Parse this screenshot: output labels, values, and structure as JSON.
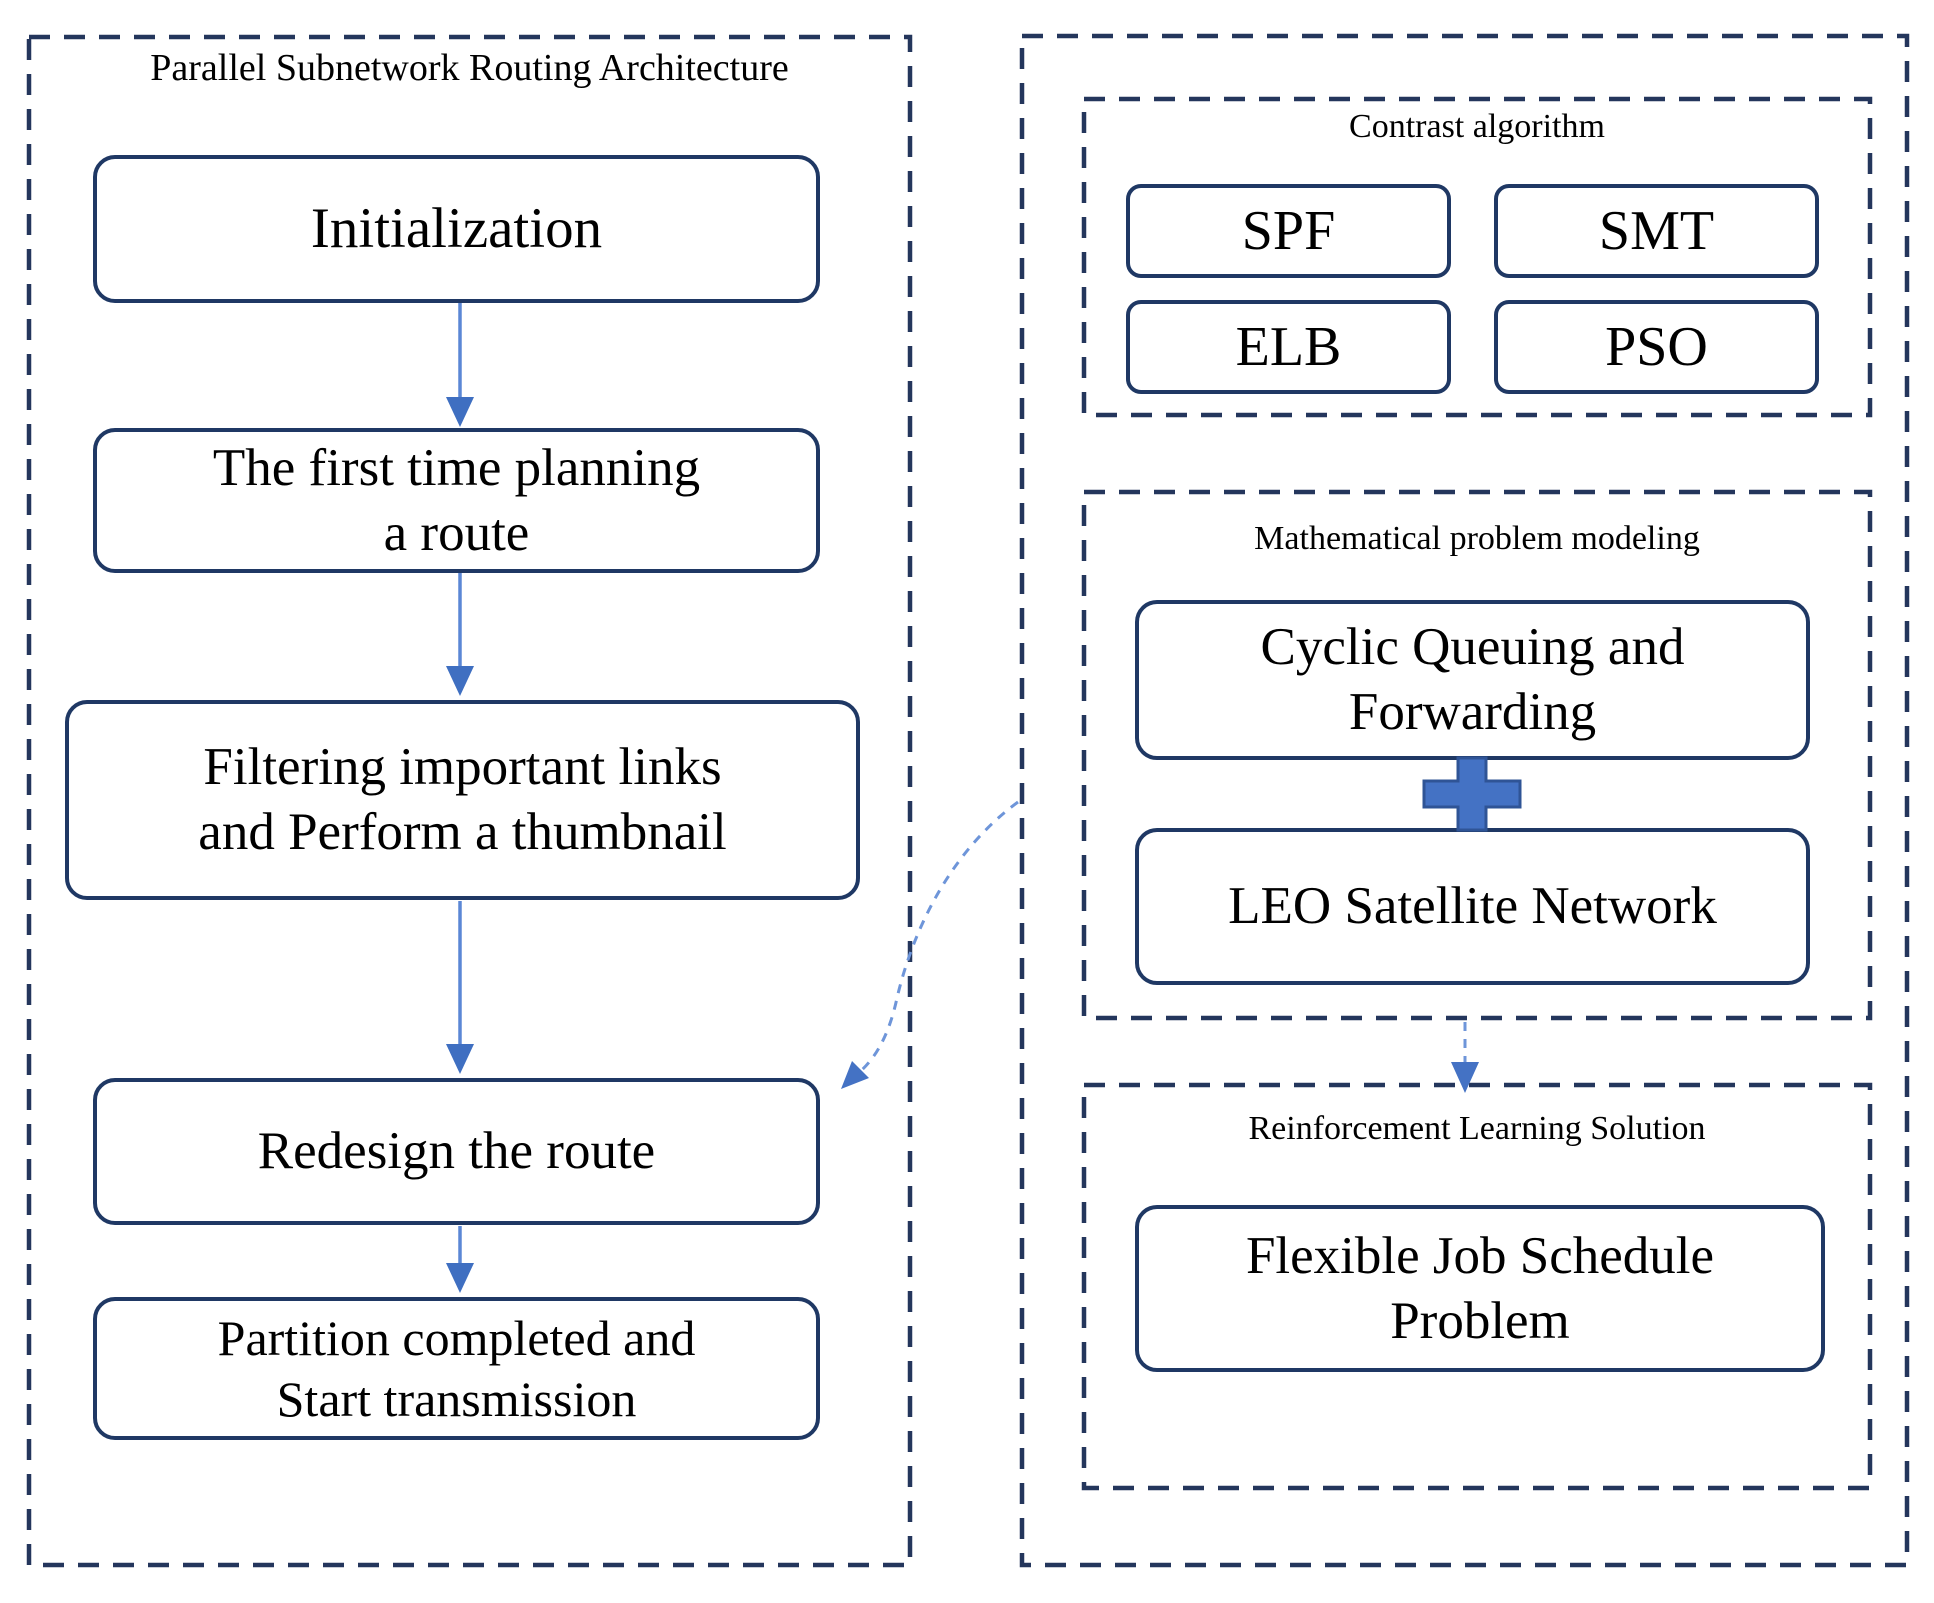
{
  "left_panel": {
    "title": "Parallel Subnetwork Routing Architecture",
    "steps": [
      "Initialization",
      "The first time planning\na route",
      "Filtering important links\nand Perform a thumbnail",
      "Redesign the route",
      "Partition completed and\nStart transmission"
    ]
  },
  "right_panel": {
    "contrast_algorithm": {
      "title": "Contrast algorithm",
      "algorithms": [
        "SPF",
        "SMT",
        "ELB",
        "PSO"
      ]
    },
    "mathematical_modeling": {
      "title": "Mathematical problem modeling",
      "top_box": "Cyclic Queuing and\nForwarding",
      "operator_icon": "plus-icon",
      "bottom_box": "LEO Satellite Network"
    },
    "reinforcement_learning": {
      "title": "Reinforcement Learning Solution",
      "box": "Flexible Job Schedule\nProblem"
    }
  },
  "colors": {
    "box_border": "#1f3864",
    "dashed_border": "#24365c",
    "flow_arrow_line": "#5b87d5",
    "flow_arrow_head": "#3f6fc1",
    "dashed_arrow": "#6e95d9",
    "plus_fill": "#4472c4",
    "plus_stroke": "#2f5496",
    "text": "#000000",
    "background": "#ffffff"
  }
}
